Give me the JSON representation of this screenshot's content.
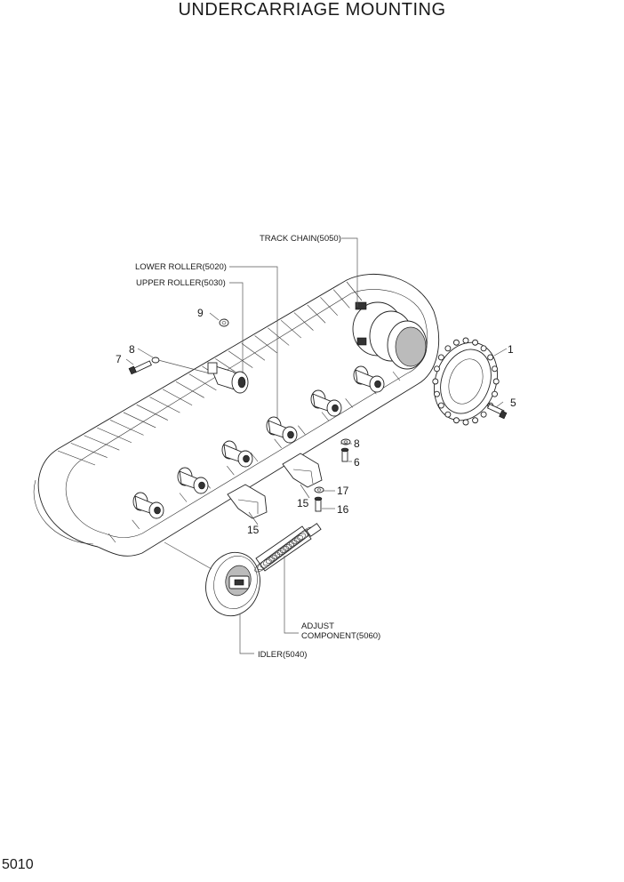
{
  "title": "UNDERCARRIAGE MOUNTING",
  "page_number": "5010",
  "labels": {
    "track_chain": "TRACK CHAIN(5050)",
    "lower_roller": "LOWER ROLLER(5020)",
    "upper_roller": "UPPER ROLLER(5030)",
    "adjust_line1": "ADJUST",
    "adjust_line2": "COMPONENT(5060)",
    "idler": "IDLER(5040)"
  },
  "callouts": {
    "c1": "1",
    "c5": "5",
    "c6": "6",
    "c7": "7",
    "c8a": "8",
    "c8b": "8",
    "c9": "9",
    "c15a": "15",
    "c15b": "15",
    "c16": "16",
    "c17": "17"
  }
}
